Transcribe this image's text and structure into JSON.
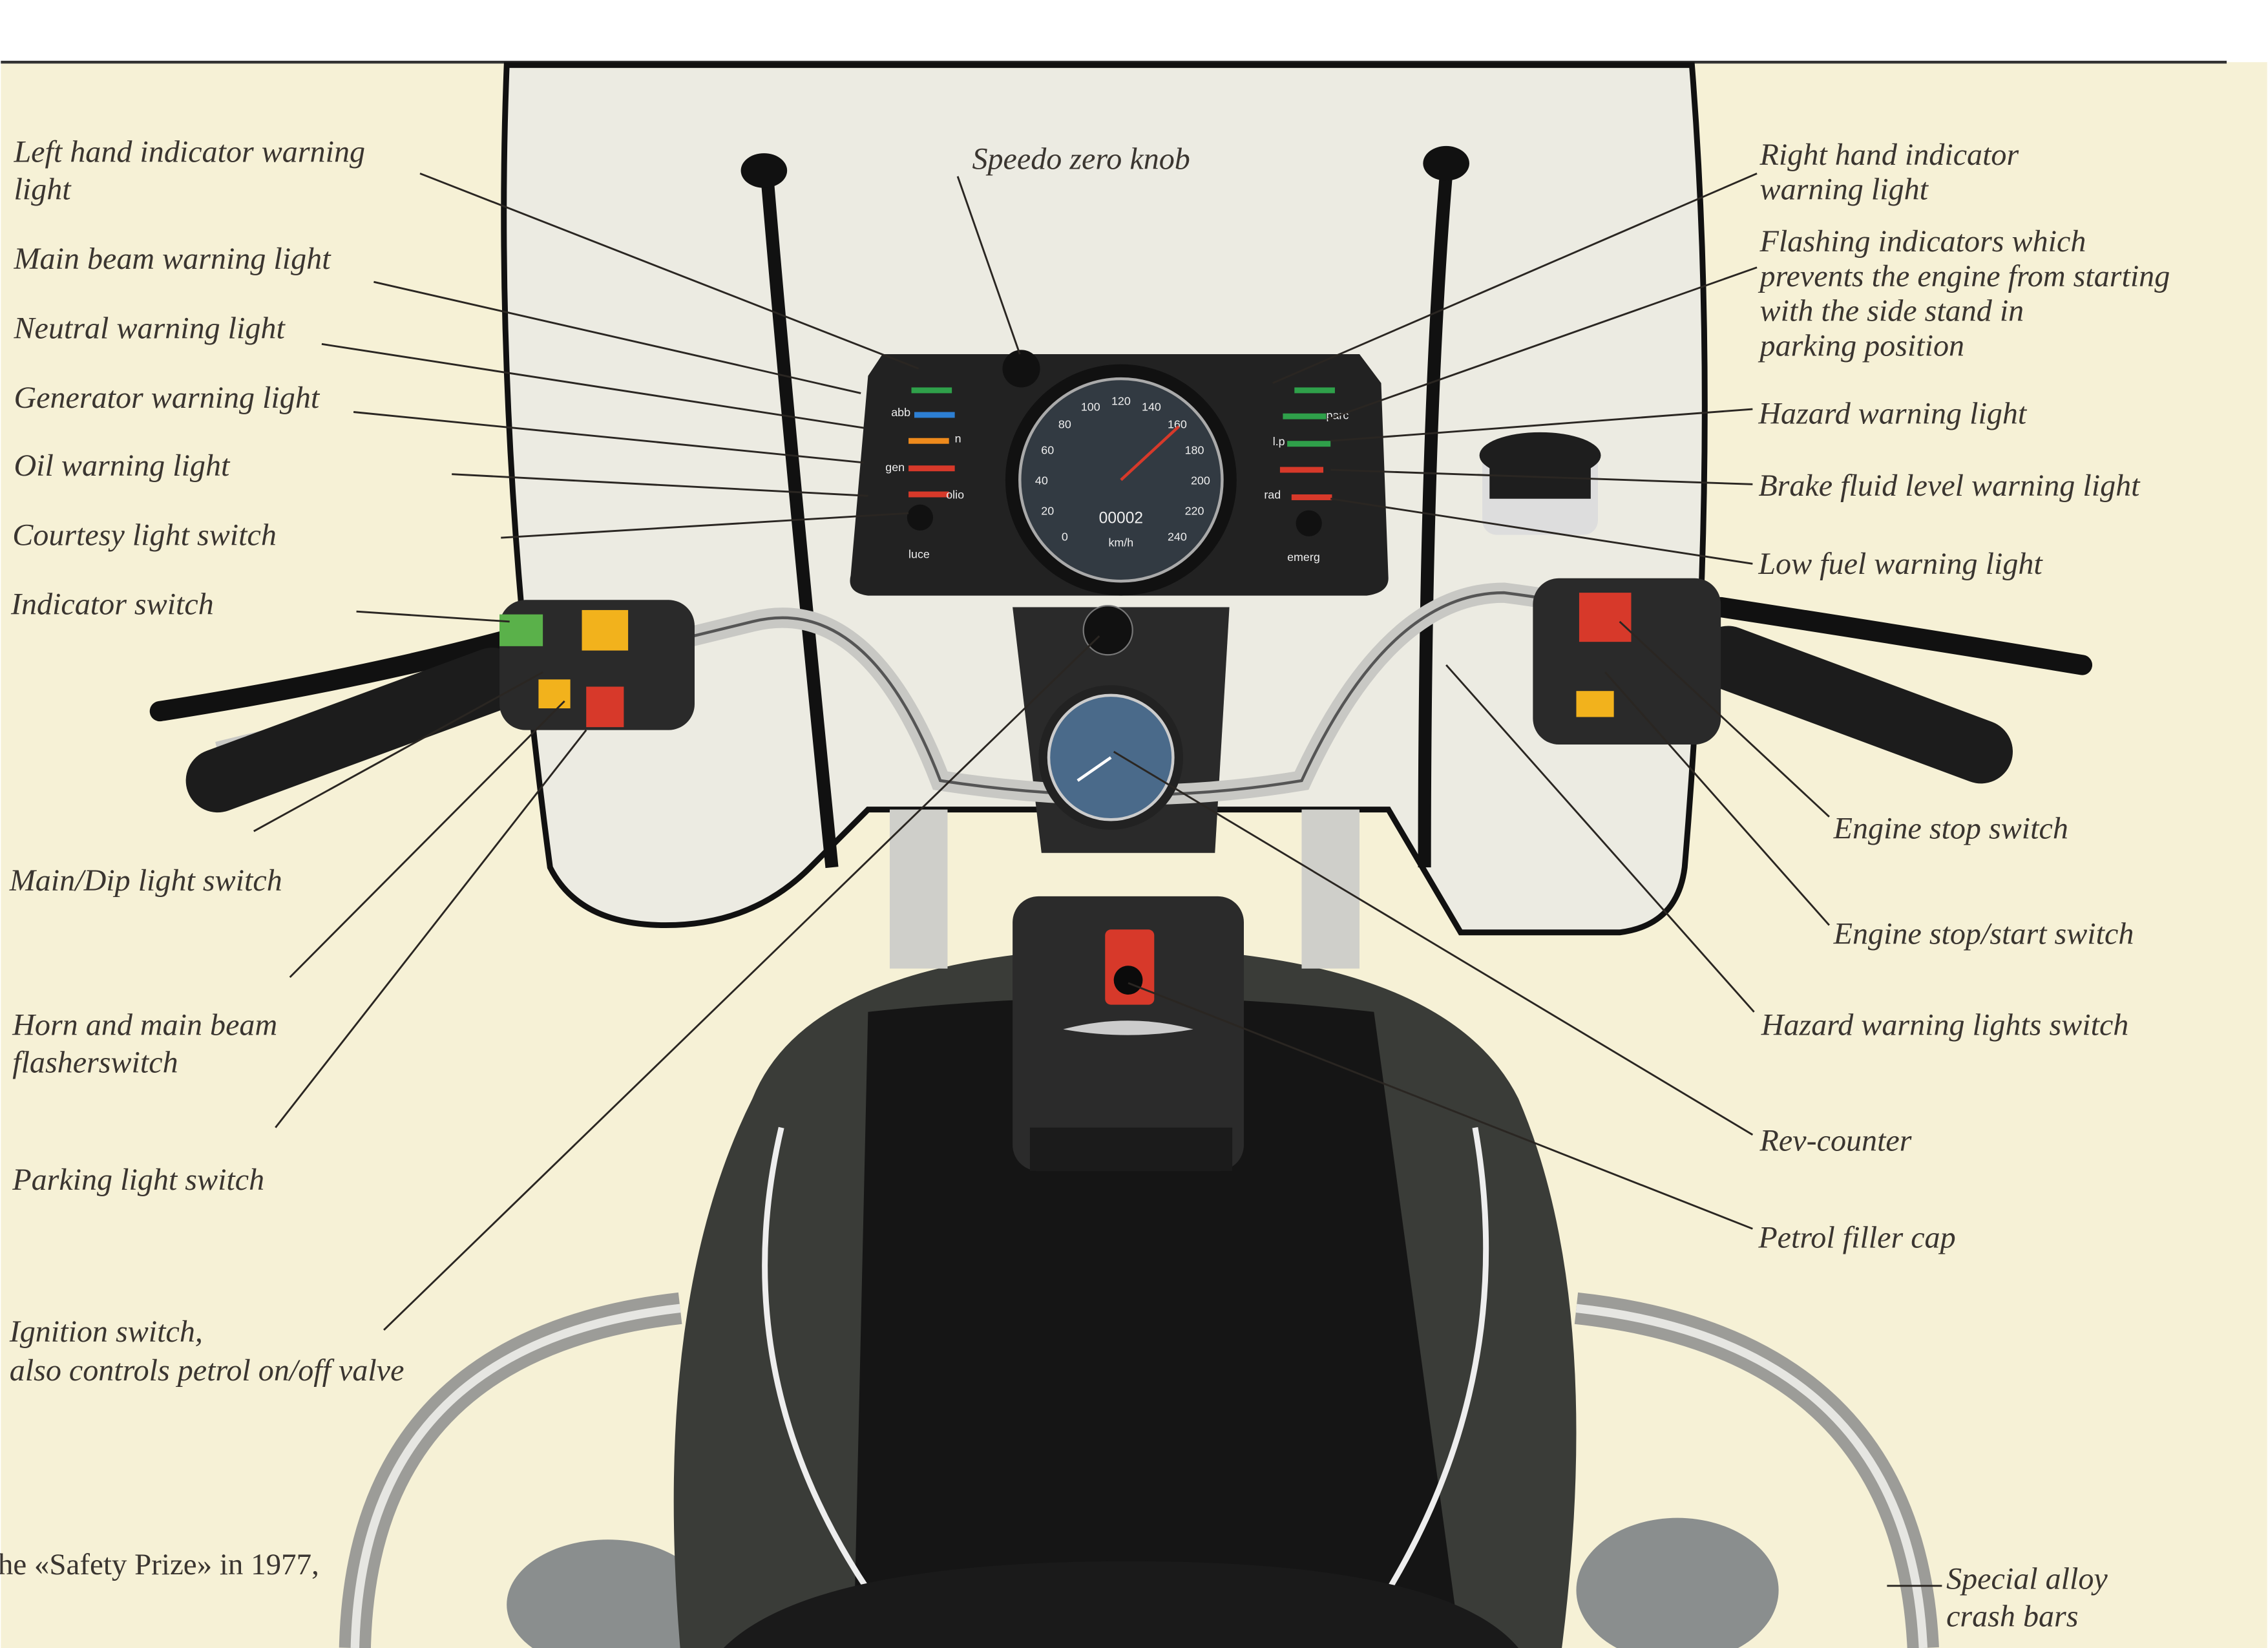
{
  "labels_left": {
    "left_indicator": [
      "Left hand indicator warning",
      "light"
    ],
    "main_beam": "Main beam warning light",
    "neutral": "Neutral warning light",
    "generator": "Generator warning light",
    "oil": "Oil warning light",
    "courtesy": "Courtesy light switch",
    "indicator_switch": "Indicator switch",
    "main_dip": "Main/Dip light switch",
    "horn": [
      "Horn and main beam",
      "flasherswitch"
    ],
    "parking": "Parking light switch",
    "ignition": [
      "Ignition switch,",
      "also controls petrol on/off valve"
    ]
  },
  "labels_top": {
    "speedo_zero": "Speedo zero knob"
  },
  "labels_right": {
    "right_indicator": [
      "Right hand indicator",
      "warning light"
    ],
    "flashing": [
      "Flashing indicators which",
      "prevents the engine from starting",
      "with the side stand in",
      "parking position"
    ],
    "hazard_light": "Hazard warning light",
    "brake_fluid": "Brake fluid level warning light",
    "low_fuel": "Low fuel warning light",
    "engine_stop": "Engine stop switch",
    "engine_stop_start": "Engine stop/start switch",
    "hazard_switch": "Hazard warning lights switch",
    "rev_counter": "Rev-counter",
    "petrol_cap": "Petrol filler cap",
    "crash_bars": [
      "Special alloy",
      "crash bars"
    ]
  },
  "body_text": "he «Safety Prize» in 1977,",
  "dash_labels": {
    "abb": "abb",
    "n": "n",
    "gen": "gen",
    "olio": "olio",
    "luce": "luce",
    "parc": "parc",
    "lp": "l.p",
    "rad": "rad",
    "emerg": "emerg",
    "kmh": "km/h",
    "odometer": "00002"
  },
  "speedo_ticks": [
    "0",
    "20",
    "40",
    "60",
    "80",
    "100",
    "120",
    "140",
    "160",
    "180",
    "200",
    "220",
    "240"
  ],
  "colors": {
    "paper": "#f6f1d6",
    "ink": "#3a3530",
    "tank": "#2f302c",
    "chrome": "#b8b8b4"
  }
}
